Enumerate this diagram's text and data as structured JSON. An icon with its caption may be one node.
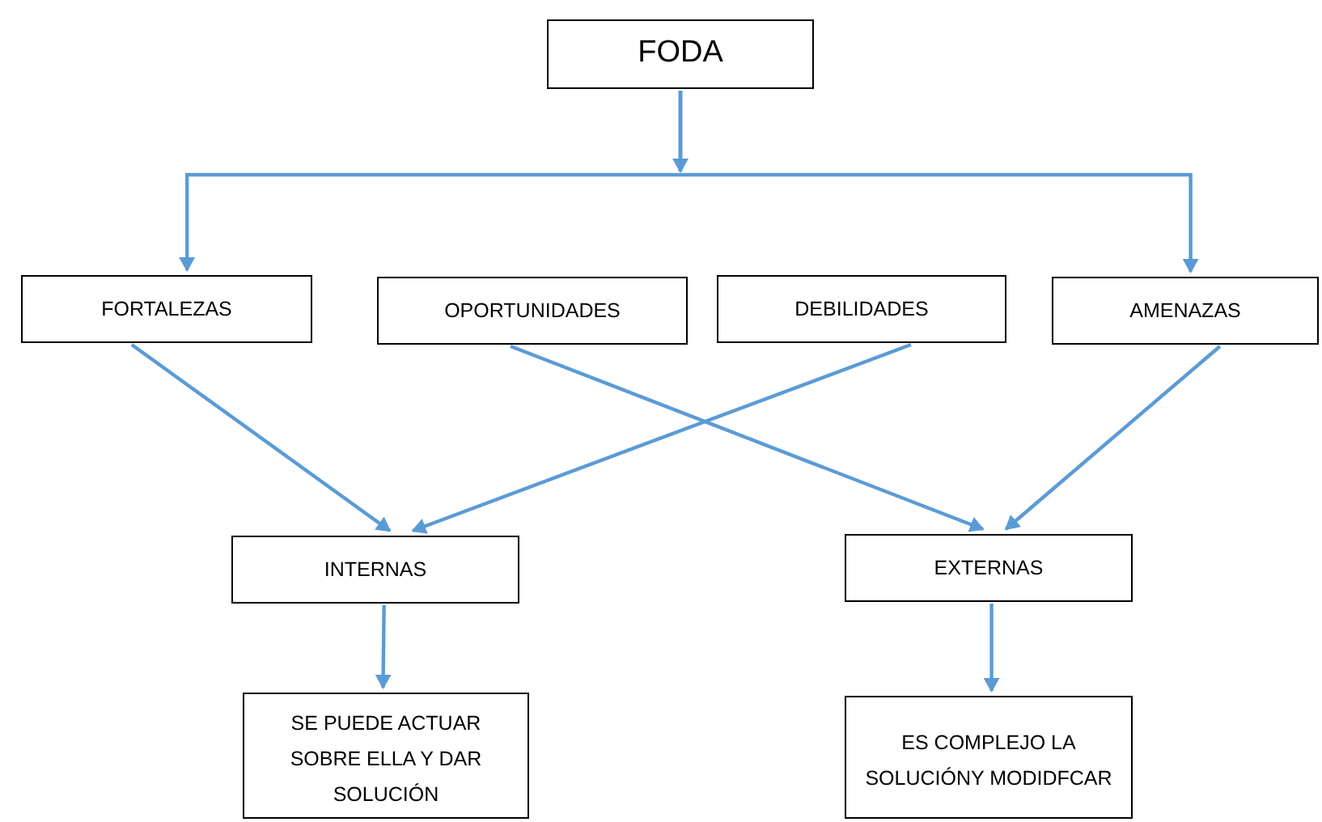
{
  "diagram": {
    "nodes": [
      {
        "text": [
          "FODA"
        ]
      },
      {
        "text": [
          "FORTALEZAS"
        ]
      },
      {
        "text": [
          "OPORTUNIDADES"
        ]
      },
      {
        "text": [
          "DEBILIDADES"
        ]
      },
      {
        "text": [
          "AMENAZAS"
        ]
      },
      {
        "text": [
          "INTERNAS"
        ]
      },
      {
        "text": [
          "EXTERNAS"
        ]
      },
      {
        "text": [
          "SE PUEDE ACTUAR SOBRE ELLA Y DAR SOLUCIÓN"
        ]
      },
      {
        "text": [
          "ES COMPLEJO LA SOLUCIÓNY MODIDFCAR"
        ]
      }
    ],
    "edges": [
      {
        "from": 0,
        "to": 1,
        "arrow": "to"
      },
      {
        "from": 0,
        "to": 4,
        "arrow": "to"
      },
      {
        "from": 1,
        "to": 5,
        "arrow": "to"
      },
      {
        "from": 3,
        "to": 5,
        "arrow": "to"
      },
      {
        "from": 2,
        "to": 6,
        "arrow": "to"
      },
      {
        "from": 4,
        "to": 6,
        "arrow": "to"
      },
      {
        "from": 5,
        "to": 7,
        "arrow": "to"
      },
      {
        "from": 6,
        "to": 8,
        "arrow": "to"
      }
    ]
  }
}
